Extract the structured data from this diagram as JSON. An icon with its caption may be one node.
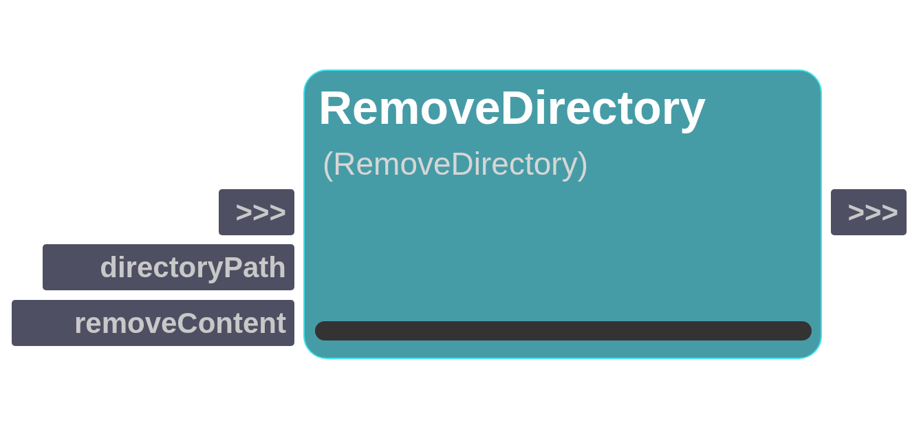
{
  "diagram": {
    "nodes": [
      {
        "text": [
          "RemoveDirectory",
          "(RemoveDirectory)"
        ]
      },
      {
        "text": [],
        "shape": "bar",
        "in": 0
      },
      {
        "text": [
          ">>>"
        ]
      },
      {
        "text": [
          "directoryPath"
        ]
      },
      {
        "text": [
          "removeContent"
        ]
      },
      {
        "text": [
          ">>>"
        ]
      }
    ],
    "edges": []
  }
}
